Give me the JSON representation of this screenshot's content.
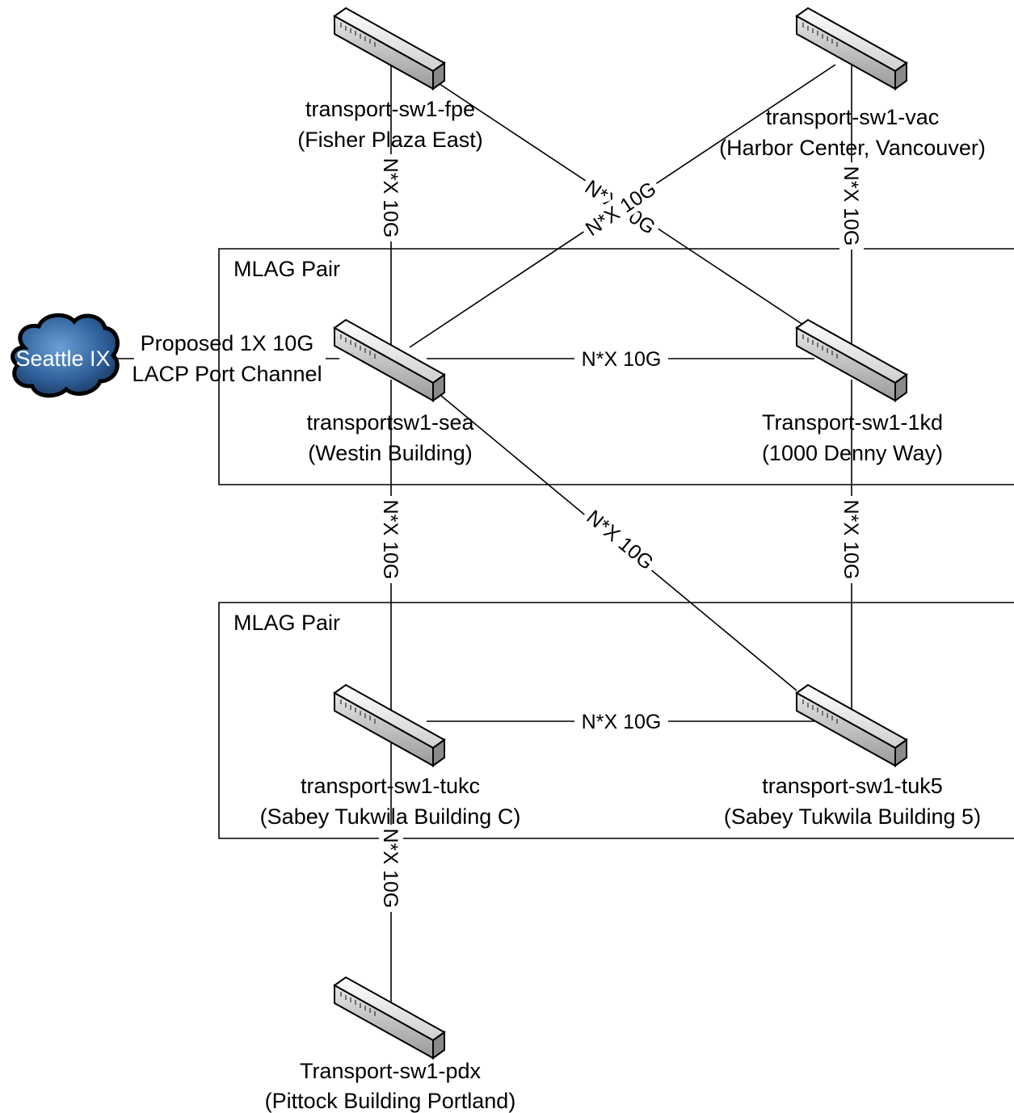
{
  "groups": {
    "upper": "MLAG Pair",
    "lower": "MLAG Pair"
  },
  "cloud": {
    "label": "Seattle IX",
    "link_line1": "Proposed 1X 10G",
    "link_line2": "LACP Port Channel"
  },
  "switches": {
    "fpe": {
      "name": "transport-sw1-fpe",
      "location": "(Fisher Plaza East)"
    },
    "vac": {
      "name": "transport-sw1-vac",
      "location": "(Harbor Center, Vancouver)"
    },
    "sea": {
      "name": "transportsw1-sea",
      "location": "(Westin Building)"
    },
    "kd1": {
      "name": "Transport-sw1-1kd",
      "location": "(1000 Denny Way)"
    },
    "tukc": {
      "name": "transport-sw1-tukc",
      "location": "(Sabey Tukwila Building C)"
    },
    "tuk5": {
      "name": "transport-sw1-tuk5",
      "location": "(Sabey Tukwila Building 5)"
    },
    "pdx": {
      "name": "Transport-sw1-pdx",
      "location": "(Pittock Building Portland)"
    }
  },
  "links": {
    "fpe_sea": "N*X 10G",
    "vac_1kd": "N*X 10G",
    "fpe_1kd": "N*X 10G",
    "vac_sea": "N*X 10G",
    "sea_1kd": "N*X 10G",
    "sea_tukc": "N*X 10G",
    "kd1_tuk5": "N*X 10G",
    "sea_tuk5": "N*X 10G",
    "tukc_tuk5": "N*X 10G",
    "tukc_pdx": "N*X 10G"
  }
}
